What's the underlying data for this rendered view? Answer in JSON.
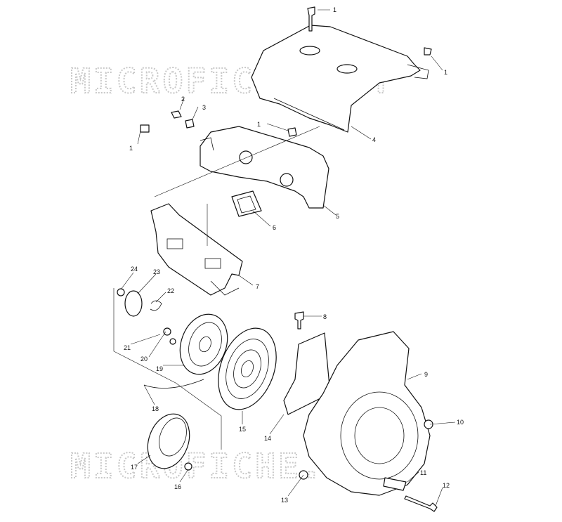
{
  "watermark": "MICROFICHE.NET",
  "callouts": [
    {
      "id": "c1a",
      "label": "1"
    },
    {
      "id": "c1b",
      "label": "1"
    },
    {
      "id": "c1c",
      "label": "1"
    },
    {
      "id": "c1d",
      "label": "1"
    },
    {
      "id": "c2",
      "label": "2"
    },
    {
      "id": "c3",
      "label": "3"
    },
    {
      "id": "c4",
      "label": "4"
    },
    {
      "id": "c5",
      "label": "5"
    },
    {
      "id": "c6",
      "label": "6"
    },
    {
      "id": "c7",
      "label": "7"
    },
    {
      "id": "c8",
      "label": "8"
    },
    {
      "id": "c9",
      "label": "9"
    },
    {
      "id": "c10",
      "label": "10"
    },
    {
      "id": "c11",
      "label": "11"
    },
    {
      "id": "c12",
      "label": "12"
    },
    {
      "id": "c13",
      "label": "13"
    },
    {
      "id": "c14",
      "label": "14"
    },
    {
      "id": "c15",
      "label": "15"
    },
    {
      "id": "c16",
      "label": "16"
    },
    {
      "id": "c17",
      "label": "17"
    },
    {
      "id": "c18",
      "label": "18"
    },
    {
      "id": "c19",
      "label": "19"
    },
    {
      "id": "c20",
      "label": "20"
    },
    {
      "id": "c21",
      "label": "21"
    },
    {
      "id": "c22",
      "label": "22"
    },
    {
      "id": "c23",
      "label": "23"
    },
    {
      "id": "c24",
      "label": "24"
    }
  ]
}
